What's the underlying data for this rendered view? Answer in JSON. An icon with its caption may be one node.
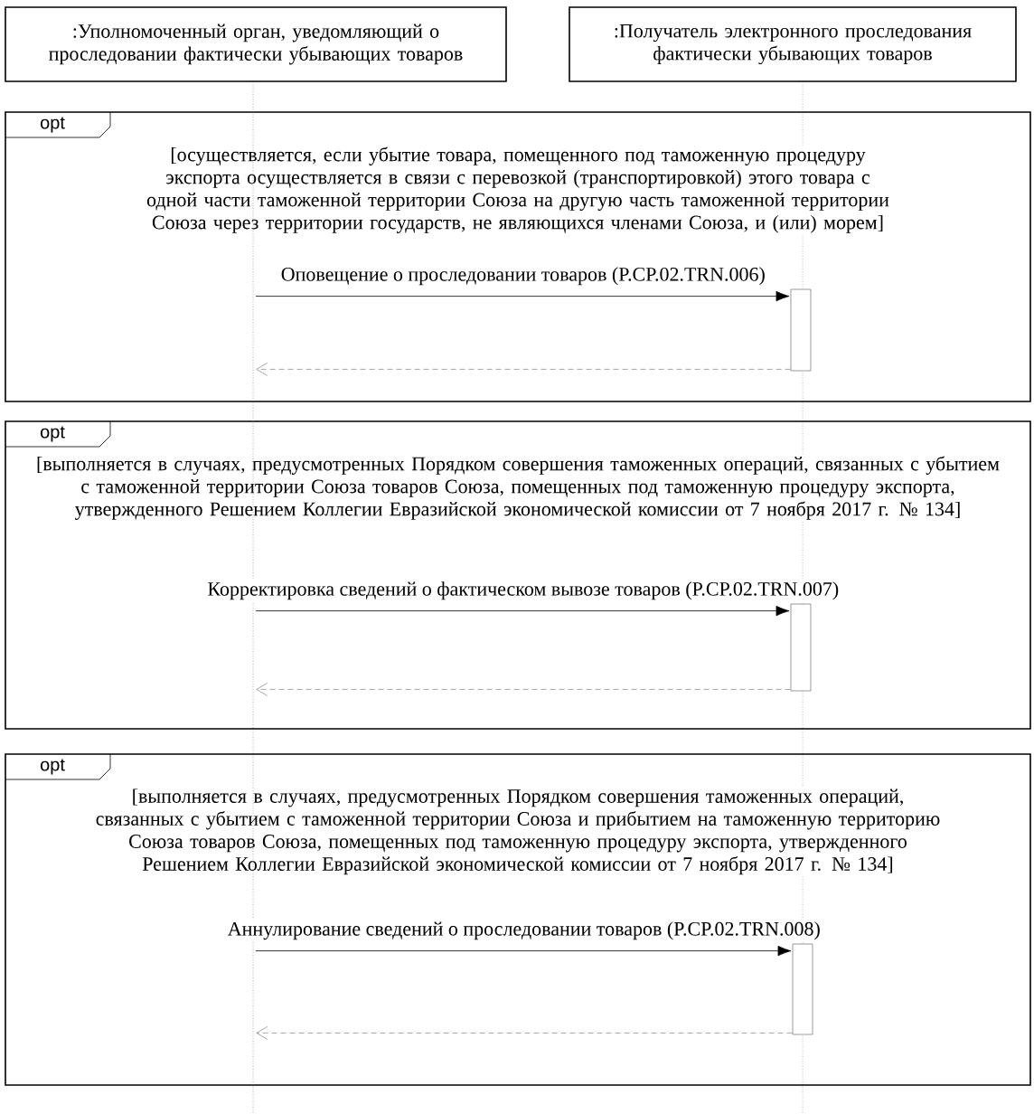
{
  "diagram": {
    "nodes": [
      {
        "text": [
          ":Уполномоченный орган, уведомляющий о проследовании фактически убывающих товаров"
        ]
      },
      {
        "text": [
          ":Получатель электронного проследования фактически убывающих товаров"
        ]
      },
      {
        "text": [
          "opt",
          "[осуществляется, если убытие товара, помещенного под таможенную процедуру экспорта осуществляется в связи с перевозкой (транспортировкой) этого товара с одной части таможенной территории Союза на другую часть таможенной территории Союза через территории государств, не являющихся членами Союза, и (или) морем]"
        ]
      },
      {
        "text": [],
        "shape": "bar",
        "in": 2
      },
      {
        "text": [
          "opt",
          "[выполняется в случаях, предусмотренных Порядком совершения таможенных операций, связанных с убытием с таможенной территории Союза товаров Союза, помещенных под таможенную процедуру экспорта, утвержденного Решением Коллегии Евразийской экономической комиссии от 7 ноября 2017 г. № 134]"
        ]
      },
      {
        "text": [],
        "shape": "bar",
        "in": 4
      },
      {
        "text": [
          "opt",
          "[выполняется в случаях, предусмотренных Порядком совершения таможенных операций, связанных с убытием с таможенной территории Союза и прибытием на таможенную территорию Союза товаров Союза, помещенных под таможенную процедуру экспорта, утвержденного Решением Коллегии Евразийской экономической комиссии от 7 ноября 2017 г. № 134]"
        ]
      },
      {
        "text": [],
        "shape": "bar",
        "in": 6
      }
    ],
    "edges": [
      {
        "from": 0,
        "to": 3,
        "arrow": "to",
        "label": "Оповещение о проследовании товаров (P.CP.02.TRN.006)"
      },
      {
        "from": 3,
        "to": 0,
        "arrow": "to",
        "style": "dashed",
        "color": "#909090"
      },
      {
        "from": 0,
        "to": 5,
        "arrow": "to",
        "label": "Корректировка сведений о фактическом вывозе товаров (P.CP.02.TRN.007)"
      },
      {
        "from": 5,
        "to": 0,
        "arrow": "to",
        "style": "dashed",
        "color": "#909090"
      },
      {
        "from": 0,
        "to": 7,
        "arrow": "to",
        "label": "Аннулирование сведений о проследовании товаров (P.CP.02.TRN.008)"
      },
      {
        "from": 7,
        "to": 0,
        "arrow": "to",
        "style": "dashed",
        "color": "#909090"
      }
    ]
  }
}
